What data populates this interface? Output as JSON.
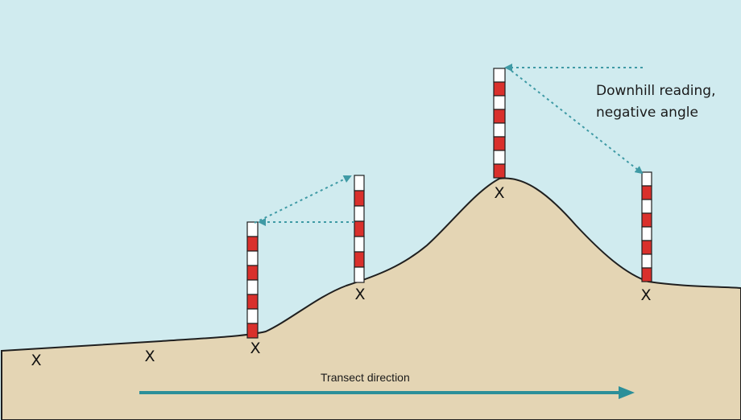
{
  "colors": {
    "sky": "#d0ebef",
    "ground": "#e4d5b4",
    "outline": "#1f1f1f",
    "pole_red": "#d9302c",
    "pole_white": "#ffffff",
    "sight_line": "#3f9aa5",
    "arrow": "#2b8f99"
  },
  "annotation": {
    "line1": "Downhill reading,",
    "line2": "negative angle"
  },
  "transect": {
    "label": "Transect direction"
  },
  "markers": [
    "X",
    "X",
    "X",
    "X",
    "X",
    "X"
  ],
  "poles": [
    {
      "segments": 8
    },
    {
      "segments": 7
    },
    {
      "segments": 8
    },
    {
      "segments": 8
    }
  ]
}
